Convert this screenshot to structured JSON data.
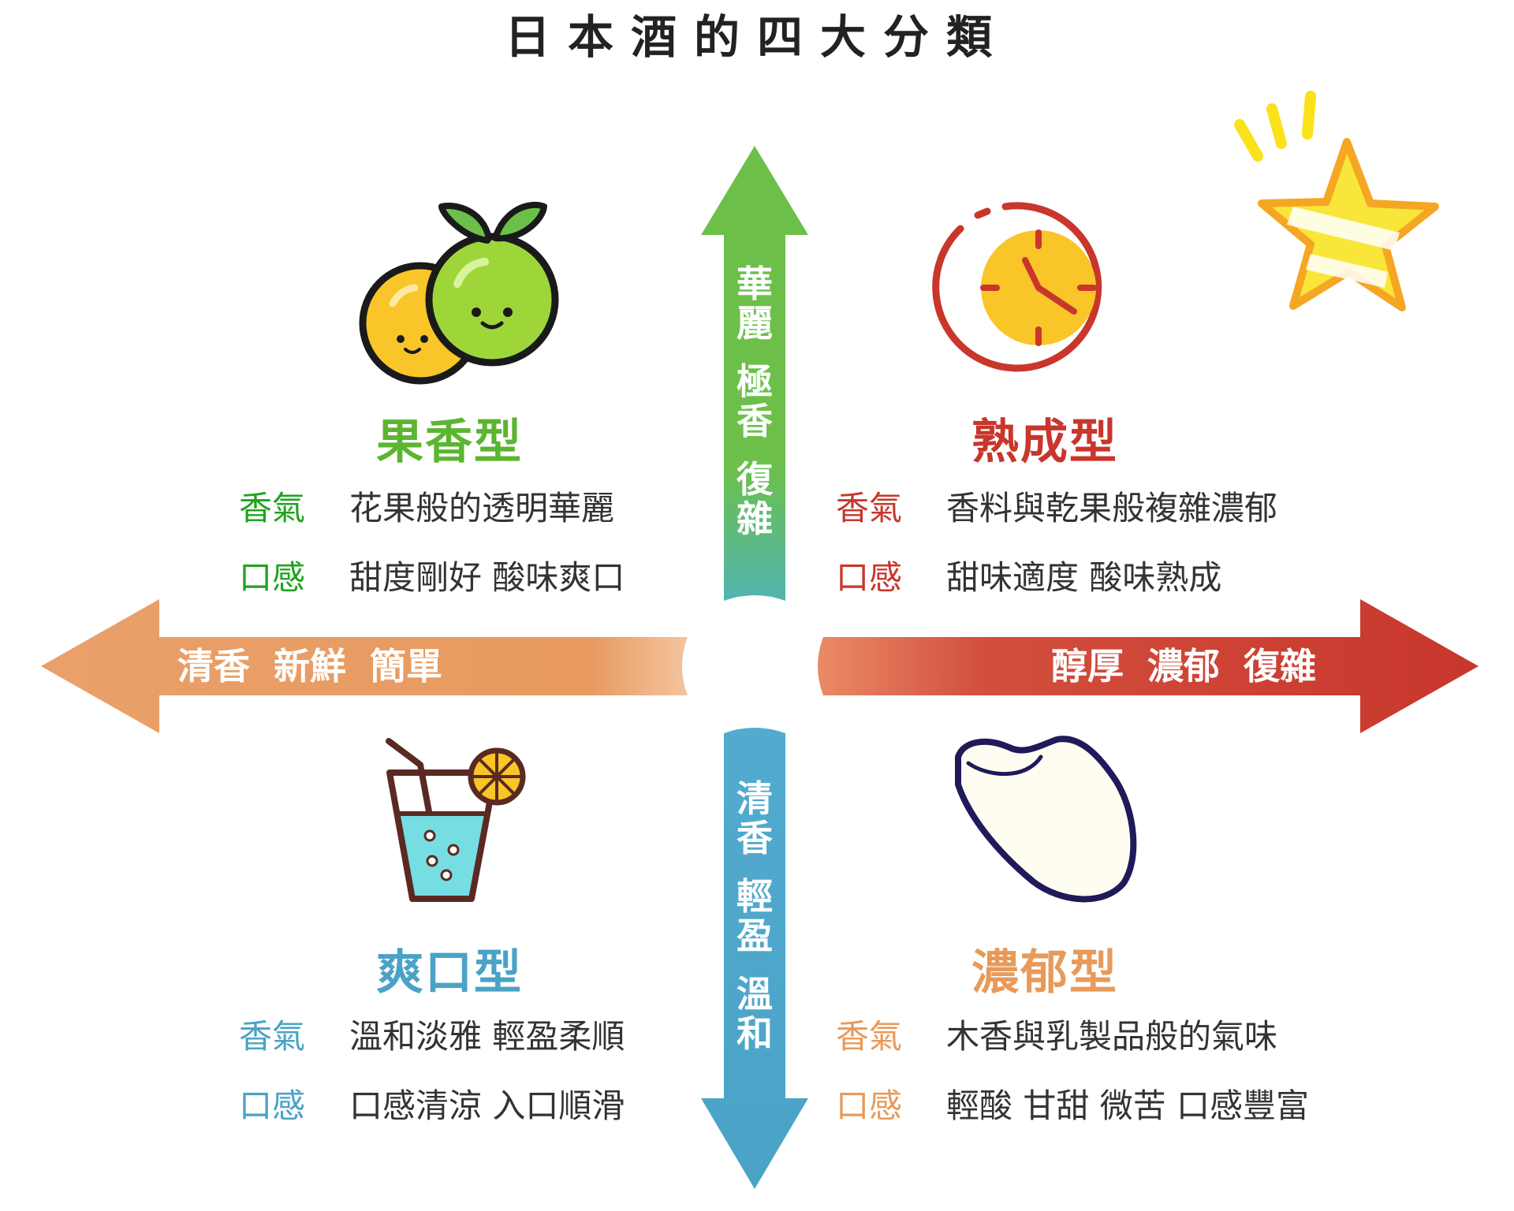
{
  "title": "日本酒的四大分類",
  "axes": {
    "up": [
      "華麗",
      "極香",
      "復雜"
    ],
    "down": [
      "清香",
      "輕盈",
      "溫和"
    ],
    "left": "清香  新鮮  簡單",
    "right": "醇厚  濃郁  復雜"
  },
  "quadrants": {
    "top_left": {
      "name": "果香型",
      "aroma_label": "香氣",
      "aroma": "花果般的透明華麗",
      "taste_label": "口感",
      "taste": "甜度剛好 酸味爽口",
      "color": "#5cb531",
      "label_color": "#1fa31f"
    },
    "top_right": {
      "name": "熟成型",
      "aroma_label": "香氣",
      "aroma": "香料與乾果般複雜濃郁",
      "taste_label": "口感",
      "taste": "甜味適度  酸味熟成",
      "color": "#c8362c",
      "label_color": "#c8362c"
    },
    "bottom_left": {
      "name": "爽口型",
      "aroma_label": "香氣",
      "aroma": "溫和淡雅  輕盈柔順",
      "taste_label": "口感",
      "taste": "口感清涼  入口順滑",
      "color": "#4aa3c6",
      "label_color": "#4aa3c6"
    },
    "bottom_right": {
      "name": "濃郁型",
      "aroma_label": "香氣",
      "aroma": "木香與乳製品般的氣味",
      "taste_label": "口感",
      "taste": "輕酸 甘甜 微苦 口感豐富",
      "color": "#e89a5a",
      "label_color": "#e89a5a"
    }
  },
  "icons": {
    "top_left": "fruit-icon",
    "top_right": "clock-icon",
    "bottom_left": "drink-icon",
    "bottom_right": "rice-grain-icon",
    "decoration": "star-icon"
  }
}
